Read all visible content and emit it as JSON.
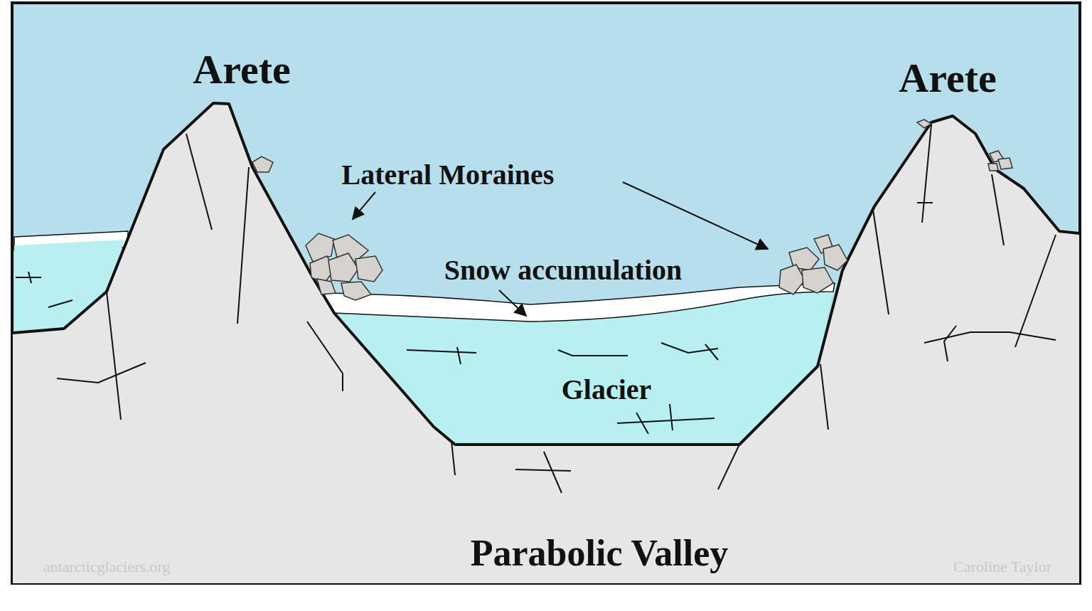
{
  "diagram": {
    "title": "Parabolic Valley",
    "labels": [
      "Arete",
      "Arete",
      "Lateral Moraines",
      "Snow accumulation",
      "Glacier",
      "antarcticglaciers.org",
      "Caroline Taylor"
    ]
  }
}
